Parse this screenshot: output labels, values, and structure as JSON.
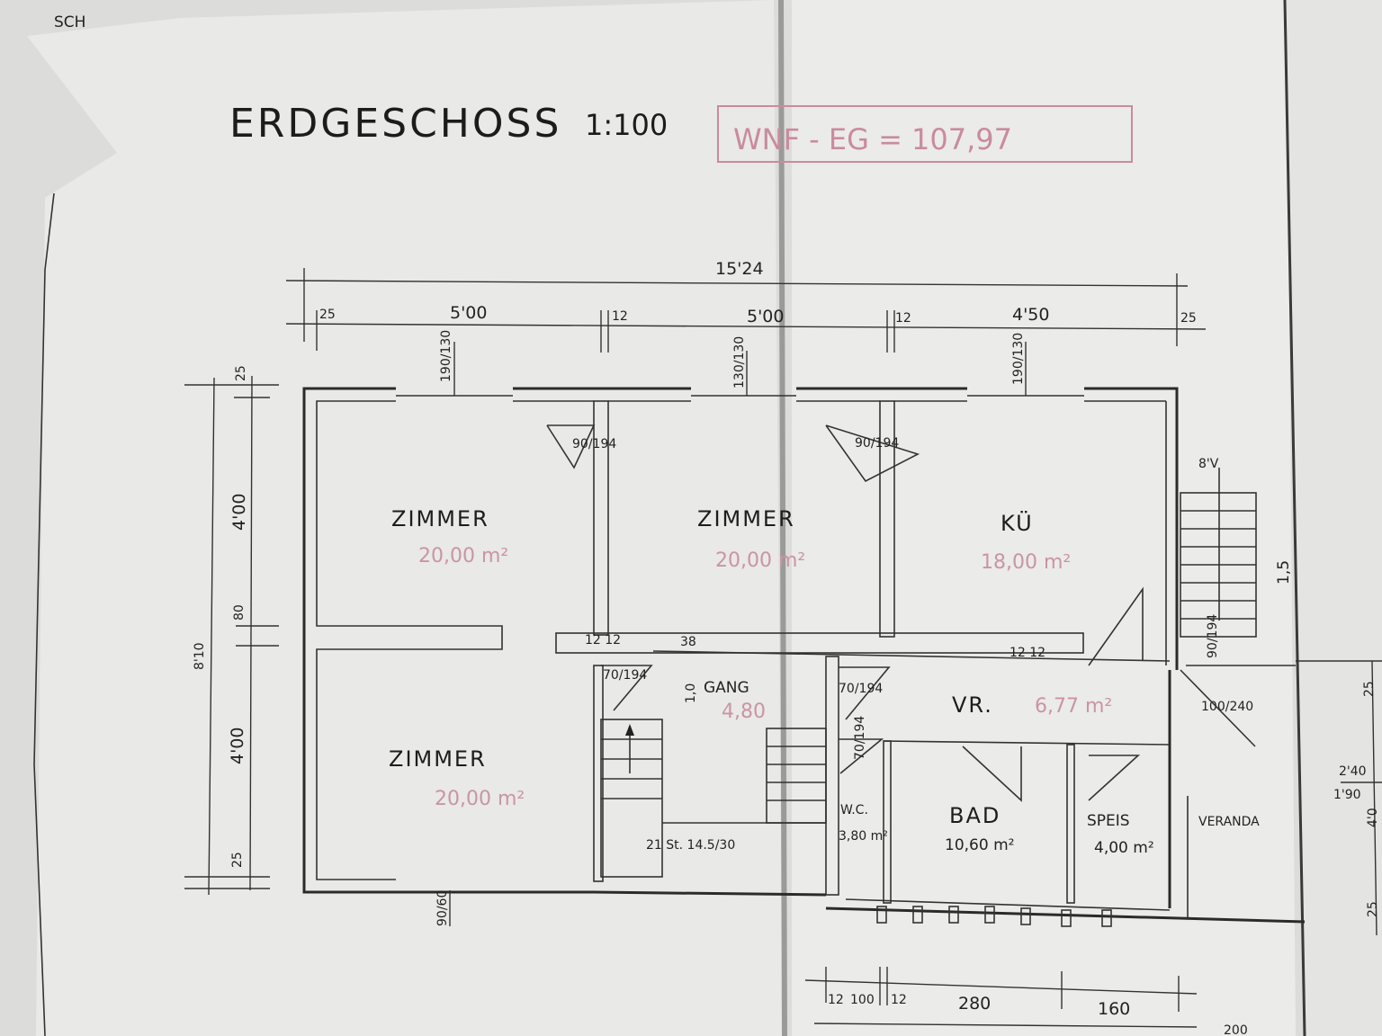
{
  "plan": {
    "title": "ERDGESCHOSS",
    "scale": "1:100",
    "stamp_corner": "SCH",
    "annotation": "WNF - EG = 107,97"
  },
  "dimensions": {
    "overall_width": "15'24",
    "top_segments": [
      "25",
      "5'00",
      "12",
      "5'00",
      "12",
      "4'50",
      "25"
    ],
    "left_segments": [
      "25",
      "4'00",
      "80",
      "4'00",
      "25"
    ],
    "left_total": "8'10",
    "bottom_segments": [
      "12",
      "100",
      "12",
      "280",
      "160"
    ],
    "window_top_1": "190/130",
    "window_top_2": "130/130",
    "window_top_3": "190/130",
    "window_bottom": "90/60",
    "right_segments": [
      "25",
      "2'40",
      "1'90",
      "4'0",
      "25"
    ],
    "bottom_right_fragment": "200"
  },
  "rooms": [
    {
      "name": "ZIMMER",
      "area": "20,00 m²"
    },
    {
      "name": "ZIMMER",
      "area": "20,00 m²"
    },
    {
      "name": "KÜ",
      "area": "18,00 m²"
    },
    {
      "name": "ZIMMER",
      "area": "20,00 m²"
    },
    {
      "name": "GANG",
      "area": "4,80"
    },
    {
      "name": "VR.",
      "area": "6,77 m²"
    },
    {
      "name": "W.C.",
      "area": "3,80 m²"
    },
    {
      "name": "BAD",
      "area": "10,60 m²"
    },
    {
      "name": "SPEIS",
      "area": "4,00 m²"
    },
    {
      "name": "VERANDA",
      "area": ""
    }
  ],
  "doors": {
    "d1": "90/194",
    "d2": "90/194",
    "d3": "70/194",
    "d4": "70/194",
    "d5": "90/194",
    "d6": "70/194"
  },
  "stairs": {
    "main": "21 St. 14.5/30",
    "exterior_rise": "8'V",
    "exterior_run": "1,5",
    "exterior_door": "100/240"
  },
  "misc": {
    "gang_width": "1,0",
    "wall_marks": [
      "12 12",
      "38",
      "12 12"
    ]
  }
}
